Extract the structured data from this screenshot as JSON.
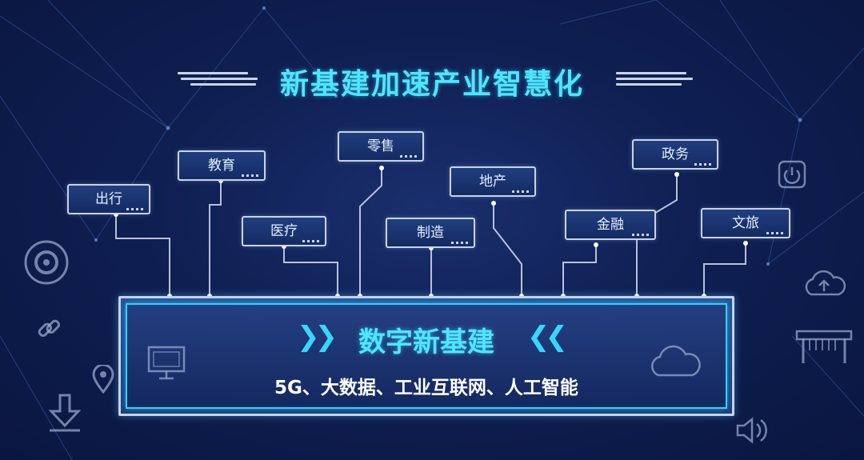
{
  "title": "新基建加速产业智慧化",
  "hub": {
    "title": "数字新基建",
    "subtitle": "5G、大数据、工业互联网、人工智能"
  },
  "nodes": [
    {
      "id": "chuxing",
      "label": "出行"
    },
    {
      "id": "jiaoyu",
      "label": "教育"
    },
    {
      "id": "yiliao",
      "label": "医疗"
    },
    {
      "id": "lingshou",
      "label": "零售"
    },
    {
      "id": "zhizao",
      "label": "制造"
    },
    {
      "id": "dichan",
      "label": "地产"
    },
    {
      "id": "jinrong",
      "label": "金融"
    },
    {
      "id": "zhengwu",
      "label": "政务"
    },
    {
      "id": "wenlv",
      "label": "文旅"
    }
  ],
  "colors": {
    "background": "#0f1f52",
    "accent": "#4ee6ff",
    "node_border": "#c9d3e6",
    "line": "#c9d3e6"
  },
  "decorative_icons": [
    "target-icon",
    "link-icon",
    "location-pin-icon",
    "download-icon",
    "monitor-icon",
    "cloud-icon",
    "power-icon",
    "cloud-upload-icon",
    "bridge-icon",
    "speaker-icon"
  ]
}
